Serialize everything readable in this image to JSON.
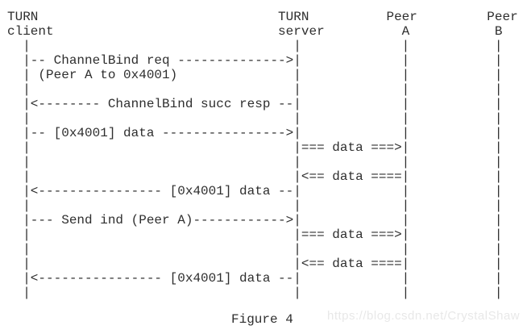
{
  "diagram": {
    "type": "ascii-sequence-diagram",
    "participants": [
      "TURN client",
      "TURN server",
      "Peer A",
      "Peer B"
    ],
    "messages": [
      {
        "from": "TURN client",
        "to": "TURN server",
        "label": "ChannelBind req (Peer A to 0x4001)"
      },
      {
        "from": "TURN server",
        "to": "TURN client",
        "label": "ChannelBind succ resp"
      },
      {
        "from": "TURN client",
        "to": "TURN server",
        "label": "[0x4001] data"
      },
      {
        "from": "TURN server",
        "to": "Peer A",
        "label": "data"
      },
      {
        "from": "Peer A",
        "to": "TURN server",
        "label": "data"
      },
      {
        "from": "TURN server",
        "to": "TURN client",
        "label": "[0x4001] data"
      },
      {
        "from": "TURN client",
        "to": "TURN server",
        "label": "Send ind (Peer A)"
      },
      {
        "from": "TURN server",
        "to": "Peer A",
        "label": "data"
      },
      {
        "from": "Peer A",
        "to": "TURN server",
        "label": "data"
      },
      {
        "from": "TURN server",
        "to": "TURN client",
        "label": "[0x4001] data"
      }
    ],
    "ascii_lines": [
      "TURN                               TURN          Peer         Peer",
      "client                             server          A           B",
      "  |                                  |             |           |",
      "  |-- ChannelBind req -------------->|             |           |",
      "  | (Peer A to 0x4001)               |             |           |",
      "  |                                  |             |           |",
      "  |<-------- ChannelBind succ resp --|             |           |",
      "  |                                  |             |           |",
      "  |-- [0x4001] data ---------------->|             |           |",
      "  |                                  |=== data ===>|           |",
      "  |                                  |             |           |",
      "  |                                  |<== data ====|           |",
      "  |<---------------- [0x4001] data --|             |           |",
      "  |                                  |             |           |",
      "  |--- Send ind (Peer A)------------>|             |           |",
      "  |                                  |=== data ===>|           |",
      "  |                                  |             |           |",
      "  |                                  |<== data ====|           |",
      "  |<---------------- [0x4001] data --|             |           |",
      "  |                                  |             |           |"
    ]
  },
  "caption": "Figure 4",
  "watermark": "https://blog.csdn.net/CrystalShaw",
  "colors": {
    "text": "#2e2e2e",
    "watermark": "#e8e8e8",
    "background": "#ffffff"
  }
}
